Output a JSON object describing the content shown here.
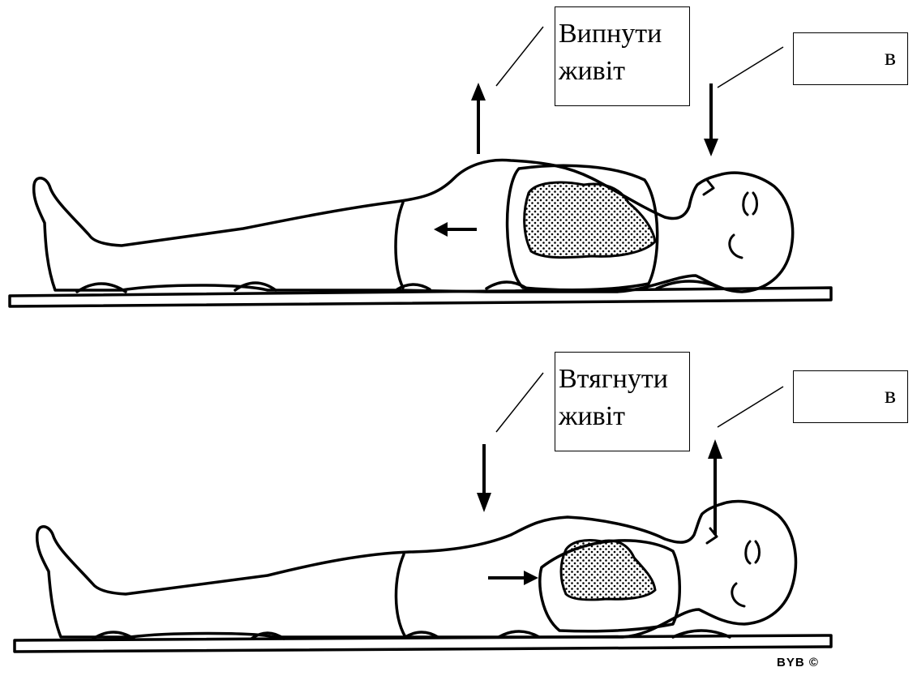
{
  "top_panel": {
    "abdomen_label": [
      "Випнути",
      "живіт"
    ],
    "mouth_label": "в"
  },
  "bottom_panel": {
    "abdomen_label": [
      "Втягнути",
      "живіт"
    ],
    "mouth_label": "в"
  },
  "signature": "BYB ©",
  "colors": {
    "ink": "#000000",
    "background": "#ffffff"
  },
  "icons": [
    "arrow-up-icon",
    "arrow-down-icon",
    "arrow-left-icon",
    "arrow-right-icon",
    "lung-icon"
  ]
}
